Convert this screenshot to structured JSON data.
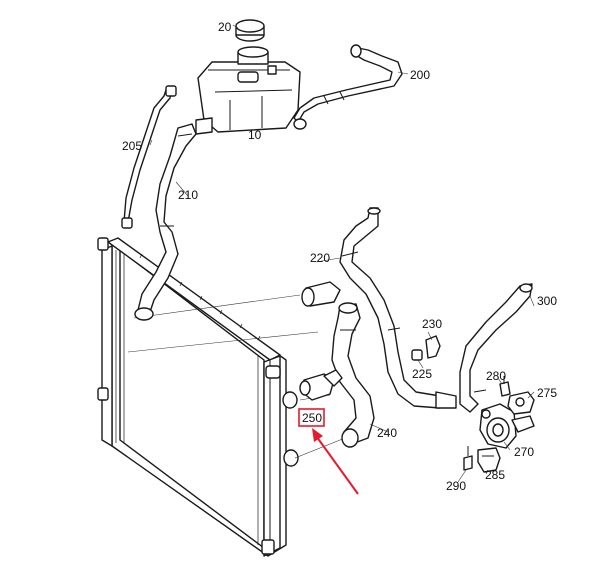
{
  "diagram": {
    "labels": {
      "p10": "10",
      "p20": "20",
      "p200": "200",
      "p205": "205",
      "p210": "210",
      "p220": "220",
      "p225": "225",
      "p230": "230",
      "p240": "240",
      "p250": "250",
      "p270": "270",
      "p275": "275",
      "p280": "280",
      "p285": "285",
      "p290": "290",
      "p300": "300"
    },
    "highlight": {
      "part": "250",
      "color": "#e8192c"
    }
  }
}
